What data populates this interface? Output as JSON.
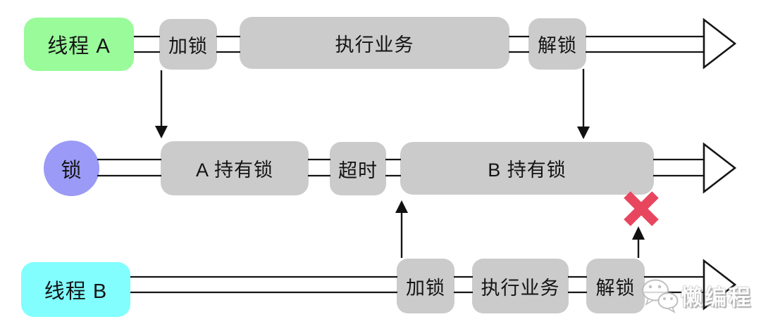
{
  "lanes": [
    {
      "id": "thread-a",
      "label": "线程 A",
      "shape": "rounded-rect",
      "color": "#99fb9a",
      "nodes": [
        {
          "label": "加锁"
        },
        {
          "label": "执行业务"
        },
        {
          "label": "解锁"
        }
      ]
    },
    {
      "id": "lock",
      "label": "锁",
      "shape": "circle",
      "color": "#9b9af6",
      "nodes": [
        {
          "label": "A 持有锁"
        },
        {
          "label": "超时"
        },
        {
          "label": "B 持有锁"
        }
      ]
    },
    {
      "id": "thread-b",
      "label": "线程 B",
      "shape": "rounded-rect",
      "color": "#82feff",
      "nodes": [
        {
          "label": "加锁"
        },
        {
          "label": "执行业务"
        },
        {
          "label": "解锁"
        }
      ]
    }
  ],
  "connections": [
    {
      "from": "thread-a/加锁",
      "to": "lock/A 持有锁",
      "direction": "down"
    },
    {
      "from": "thread-a/解锁",
      "to": "lock/B 持有锁",
      "direction": "down"
    },
    {
      "from": "thread-b/加锁",
      "to": "lock/B 持有锁",
      "direction": "up"
    },
    {
      "from": "thread-b/解锁",
      "to": "lock",
      "direction": "up",
      "result": "rejected"
    }
  ],
  "fail_marker": {
    "icon": "x-cross-icon",
    "color": "#e8465f"
  },
  "watermark": {
    "icon": "wechat-icon",
    "label": "懒编程"
  },
  "colors": {
    "node_fill": "#cbcbcb",
    "line": "#151515",
    "thread_a_fill": "#99fb9a",
    "lock_fill": "#9b9af6",
    "thread_b_fill": "#82feff",
    "fail_x": "#e8465f",
    "background": "#ffffff",
    "text": "#141414"
  }
}
